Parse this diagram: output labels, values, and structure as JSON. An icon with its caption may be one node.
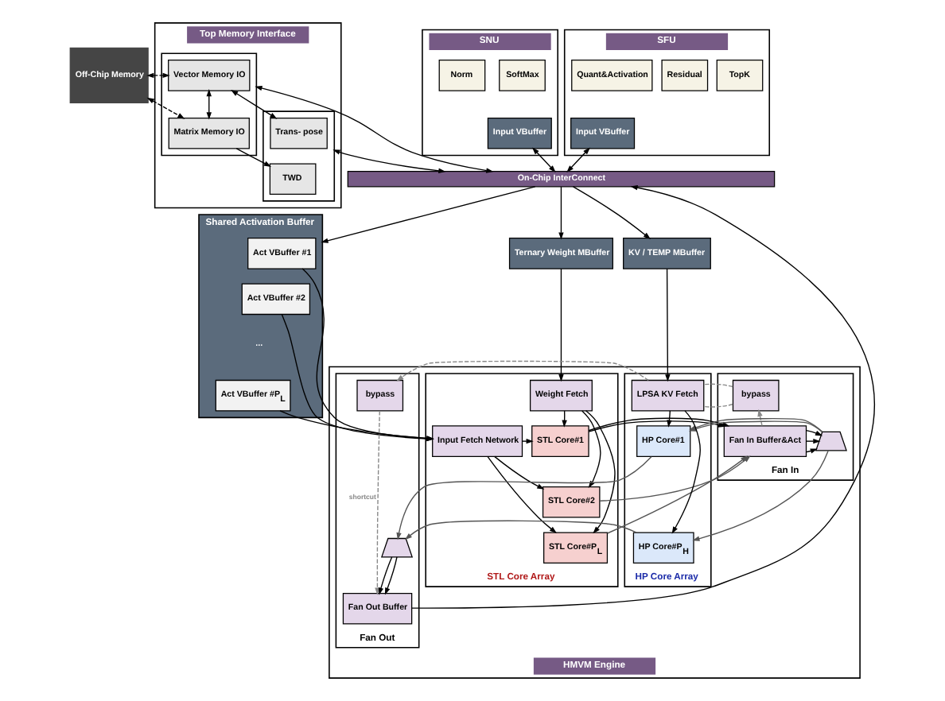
{
  "diagram": {
    "nodes": [
      {
        "text": [
          "Off-Chip Memory"
        ]
      },
      {
        "text": [
          "Top Memory Interface"
        ]
      },
      {
        "text": [],
        "shape": "box",
        "in": 1
      },
      {
        "text": [
          "Vector Memory IO"
        ],
        "in": 2
      },
      {
        "text": [
          "Matrix Memory IO"
        ],
        "in": 2
      },
      {
        "text": [],
        "shape": "box",
        "in": 1
      },
      {
        "text": [
          "Trans- pose"
        ],
        "in": 5
      },
      {
        "text": [
          "TWD"
        ],
        "in": 5
      },
      {
        "text": [
          "SNU"
        ]
      },
      {
        "text": [
          "SoftMax"
        ],
        "in": 8
      },
      {
        "text": [
          "Norm"
        ],
        "in": 8
      },
      {
        "text": [
          "Input VBuffer"
        ],
        "in": 8
      },
      {
        "text": [
          "SFU"
        ]
      },
      {
        "text": [
          "TopK"
        ],
        "in": 12
      },
      {
        "text": [
          "Residual"
        ],
        "in": 12
      },
      {
        "text": [
          "Quant&Activation"
        ],
        "in": 12
      },
      {
        "text": [
          "Input VBuffer"
        ],
        "in": 12
      },
      {
        "text": [
          "On-Chip InterConnect"
        ]
      },
      {
        "text": [
          "Shared Activation Buffer"
        ]
      },
      {
        "text": [
          "Act VBuffer #1"
        ],
        "in": 18
      },
      {
        "text": [
          "Act VBuffer #2"
        ],
        "in": 18
      },
      {
        "text": [
          "Act VBuffer #P$_{L}$"
        ],
        "in": 18
      },
      {
        "text": [
          "Ternary Weight MBuffer"
        ]
      },
      {
        "text": [
          "KV / TEMP MBuffer"
        ]
      },
      {
        "text": [
          "HMVM Engine"
        ]
      },
      {
        "text": [
          "STL Core Array"
        ],
        "in": 24
      },
      {
        "text": [
          "Input Fetch Network"
        ],
        "in": 25
      },
      {
        "text": [
          "Weight Fetch"
        ],
        "in": 25
      },
      {
        "text": [
          "STL Core#1"
        ],
        "in": 25
      },
      {
        "text": [
          "STL Core#2"
        ],
        "in": 25
      },
      {
        "text": [
          "STL Core#P$_{L}$"
        ],
        "in": 25
      },
      {
        "text": [
          "Fan In"
        ],
        "in": 24
      },
      {
        "text": [
          "bypass"
        ],
        "in": 31
      },
      {
        "text": [
          "Fan In Buffer&Act"
        ],
        "in": 31
      },
      {
        "text": [],
        "shape": "trapezoid",
        "in": 31
      },
      {
        "text": [
          "HP Core Array"
        ],
        "in": 24
      },
      {
        "text": [
          "LPSA KV Fetch"
        ],
        "in": 35
      },
      {
        "text": [
          "HP Core#1"
        ],
        "in": 35
      },
      {
        "text": [
          "HP Core#P$_{H}$"
        ],
        "in": 35
      },
      {
        "text": [
          "Fan Out"
        ],
        "in": 24
      },
      {
        "text": [
          "bypass"
        ],
        "in": 39
      },
      {
        "text": [],
        "shape": "trapezoid",
        "in": 39
      },
      {
        "text": [
          "Fan Out Buffer"
        ],
        "in": 39
      }
    ],
    "edges": [
      {
        "from": 0,
        "to": 3,
        "arrow": "both",
        "style": "dashed"
      },
      {
        "from": 0,
        "to": 4,
        "arrow": "both",
        "style": "dashed"
      },
      {
        "from": 3,
        "to": 4,
        "arrow": "both"
      },
      {
        "from": 3,
        "to": 6,
        "arrow": "both"
      },
      {
        "from": 4,
        "to": 7,
        "arrow": "to"
      },
      {
        "from": 2,
        "to": 17,
        "arrow": "both"
      },
      {
        "from": 5,
        "to": 17,
        "arrow": "both"
      },
      {
        "from": 11,
        "to": 17,
        "arrow": "both"
      },
      {
        "from": 16,
        "to": 17,
        "arrow": "both"
      },
      {
        "from": 17,
        "to": 18,
        "arrow": "to"
      },
      {
        "from": 17,
        "to": 22,
        "arrow": "to"
      },
      {
        "from": 17,
        "to": 23,
        "arrow": "to"
      },
      {
        "from": 22,
        "to": 27,
        "arrow": "to"
      },
      {
        "from": 23,
        "to": 36,
        "arrow": "to"
      },
      {
        "from": 19,
        "to": 26,
        "arrow": "to"
      },
      {
        "from": 20,
        "to": 26,
        "arrow": "to"
      },
      {
        "from": 21,
        "to": 26,
        "arrow": "to"
      },
      {
        "from": 26,
        "to": 28,
        "arrow": "to"
      },
      {
        "from": 26,
        "to": 29,
        "arrow": "to"
      },
      {
        "from": 26,
        "to": 30,
        "arrow": "to"
      },
      {
        "from": 27,
        "to": 28,
        "arrow": "to"
      },
      {
        "from": 27,
        "to": 29,
        "arrow": "to"
      },
      {
        "from": 27,
        "to": 30,
        "arrow": "to"
      },
      {
        "from": 28,
        "to": 33,
        "arrow": "to"
      },
      {
        "from": 29,
        "to": 33,
        "arrow": "to",
        "color": "#555555"
      },
      {
        "from": 30,
        "to": 33,
        "arrow": "to",
        "color": "#555555"
      },
      {
        "from": 33,
        "to": 34,
        "arrow": "to"
      },
      {
        "from": 33,
        "to": 34,
        "arrow": "to"
      },
      {
        "from": 33,
        "to": 34,
        "arrow": "to"
      },
      {
        "from": 33,
        "to": 32,
        "arrow": "to",
        "style": "dashed",
        "color": "#888888"
      },
      {
        "from": 32,
        "to": 36,
        "arrow": "none",
        "style": "dashed",
        "color": "#888888"
      },
      {
        "from": 36,
        "to": 40,
        "arrow": "to",
        "style": "dashed",
        "color": "#888888"
      },
      {
        "from": 40,
        "to": 42,
        "arrow": "to",
        "label": "shortcut",
        "style": "dashed",
        "color": "#888888"
      },
      {
        "from": 34,
        "to": 37,
        "arrow": "to",
        "color": "#555555"
      },
      {
        "from": 34,
        "to": 38,
        "arrow": "to",
        "color": "#555555"
      },
      {
        "from": 36,
        "to": 37,
        "arrow": "to"
      },
      {
        "from": 36,
        "to": 38,
        "arrow": "to"
      },
      {
        "from": 37,
        "to": 41,
        "arrow": "to",
        "color": "#555555"
      },
      {
        "from": 38,
        "to": 41,
        "arrow": "to",
        "color": "#555555"
      },
      {
        "from": 41,
        "to": 42,
        "arrow": "to"
      },
      {
        "from": 41,
        "to": 42,
        "arrow": "to"
      },
      {
        "from": 42,
        "to": 17,
        "arrow": "to"
      }
    ],
    "labels": [
      "..."
    ]
  }
}
